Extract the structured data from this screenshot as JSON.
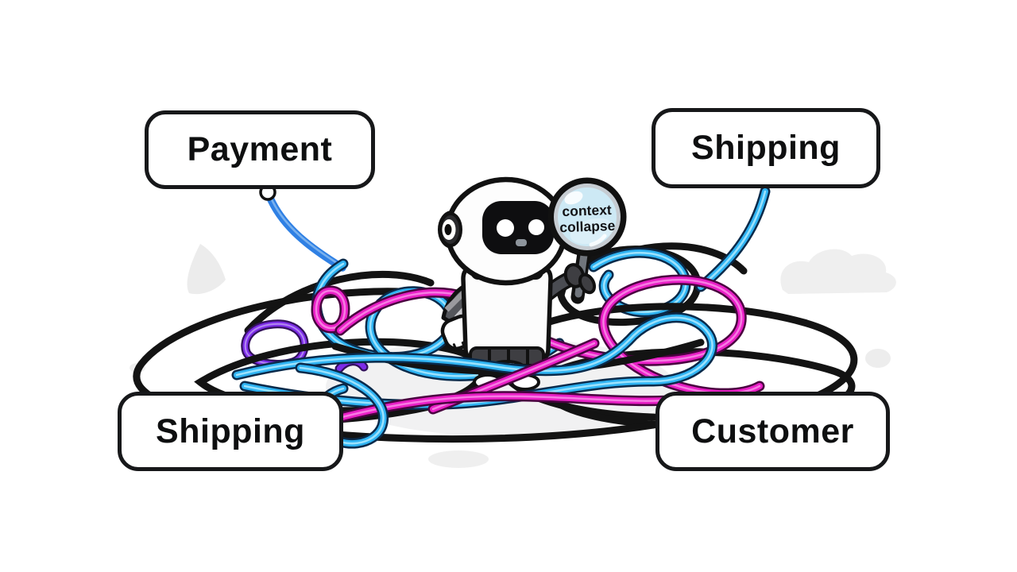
{
  "scene": {
    "labels": [
      {
        "text": "Payment",
        "position": "top-left"
      },
      {
        "text": "Shipping",
        "position": "top-right"
      },
      {
        "text": "Shipping",
        "position": "bottom-left"
      },
      {
        "text": "Customer",
        "position": "bottom-right"
      }
    ],
    "magnifier_text": {
      "line1": "context",
      "line2": "collapse"
    },
    "colors": {
      "background": "#FFFFFF",
      "wire_black": "#131313",
      "wire_blue": "#2FB3F2",
      "wire_magenta": "#E91FC6",
      "wire_purple": "#7C2BE8",
      "connector_blue": "#2F80E4",
      "lens_blue": "#CDE9F5",
      "label_border": "#17181A",
      "label_background": "#FFFFFF",
      "label_text": "#0E0F10"
    }
  }
}
